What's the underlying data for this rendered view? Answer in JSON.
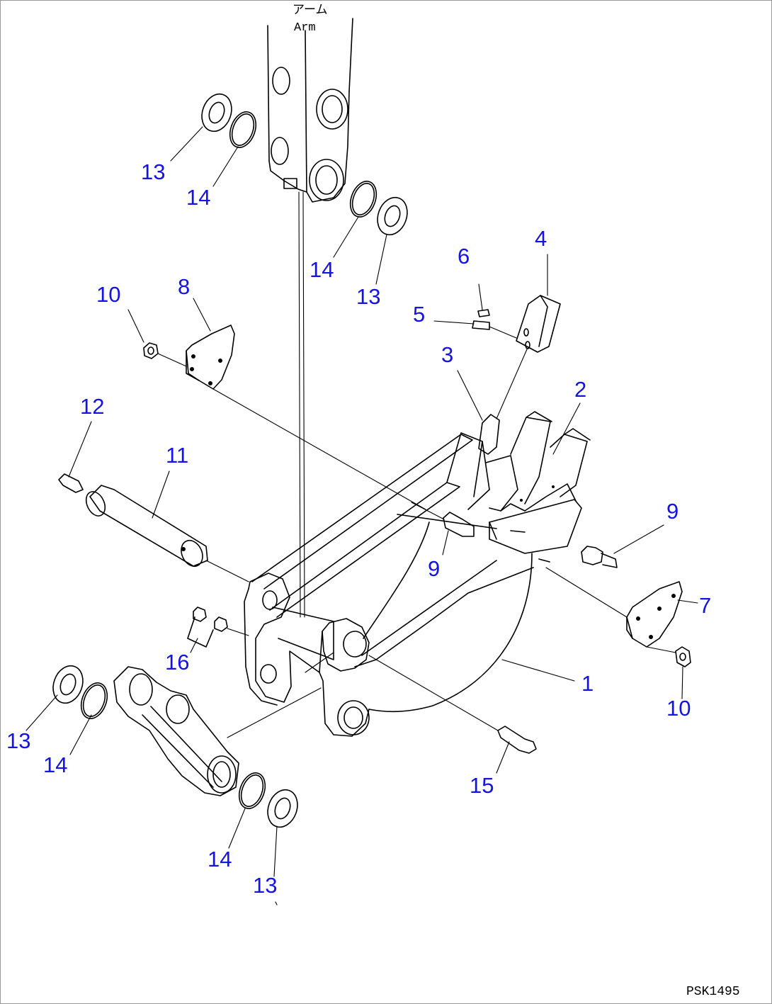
{
  "arm_label": {
    "japanese": "アーム",
    "english": "Arm"
  },
  "drawing_code": "PSK1495",
  "callout_color": "#1414e6",
  "callouts": {
    "c1": "1",
    "c2": "2",
    "c3": "3",
    "c4": "4",
    "c5": "5",
    "c6": "6",
    "c7": "7",
    "c8": "8",
    "c9a": "9",
    "c9b": "9",
    "c10a": "10",
    "c10b": "10",
    "c11": "11",
    "c12": "12",
    "c13a": "13",
    "c13b": "13",
    "c13c": "13",
    "c13d": "13",
    "c14a": "14",
    "c14b": "14",
    "c14c": "14",
    "c14d": "14",
    "c15": "15",
    "c16": "16"
  }
}
